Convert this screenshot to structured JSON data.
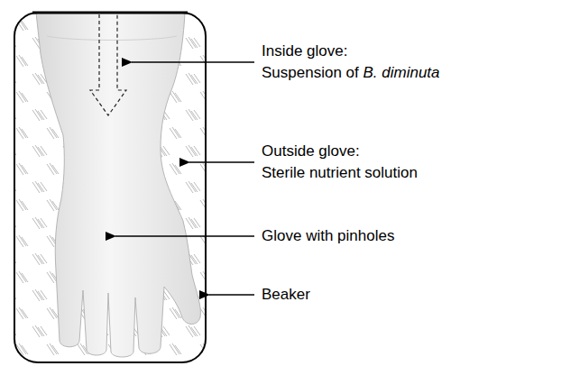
{
  "diagram": {
    "labels": [
      "Inside glove:",
      "Suspension of",
      "B. diminuta",
      "Outside glove:",
      "Sterile nutrient solution",
      "Glove with pinholes",
      "Beaker"
    ]
  }
}
